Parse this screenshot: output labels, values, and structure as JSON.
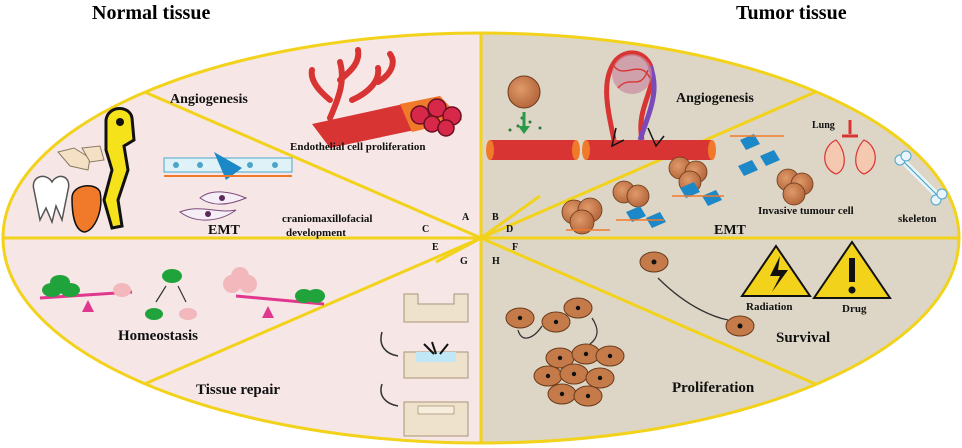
{
  "headers": {
    "left": "Normal tissue",
    "right": "Tumor tissue"
  },
  "normal": {
    "angiogenesis": "Angiogenesis",
    "endothelial": "Endothelial cell proliferation",
    "cranio_line1": "craniomaxillofacial",
    "cranio_line2": "development",
    "emt": "EMT",
    "homeostasis": "Homeostasis",
    "repair": "Tissue repair"
  },
  "tumor": {
    "angiogenesis": "Angiogenesis",
    "lung": "Lung",
    "invasive": "Invasive tumour cell",
    "skeleton": "skeleton",
    "emt": "EMT",
    "radiation": "Radiation",
    "drug": "Drug",
    "survival": "Survival",
    "proliferation": "Proliferation"
  },
  "sections": {
    "a": "A",
    "b": "B",
    "c": "C",
    "d": "D",
    "e": "E",
    "f": "F",
    "g": "G",
    "h": "H"
  },
  "colors": {
    "normal_bg": "#f6e6e6",
    "tumor_bg": "#ddd6c6",
    "divider": "#f2d21a",
    "vessel_red": "#d93434",
    "tumor_cell": "#c57a4a",
    "green_cell": "#1fa33a",
    "pink_cell": "#f2b8bc",
    "magenta_beam": "#e0388e"
  }
}
